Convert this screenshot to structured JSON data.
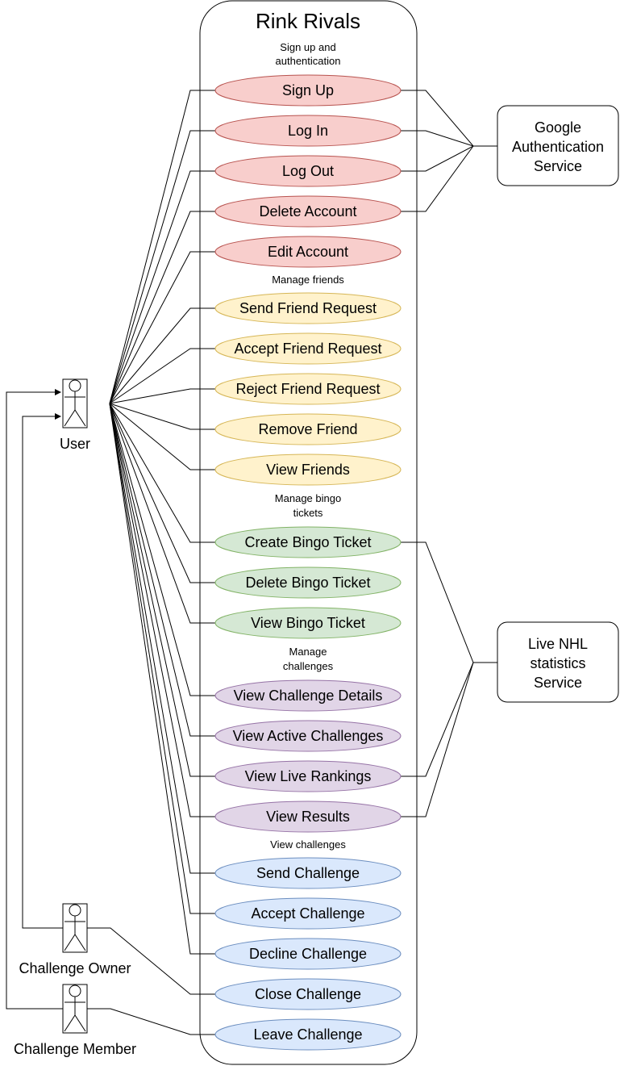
{
  "system": {
    "title": "Rink Rivals"
  },
  "sections": [
    {
      "title_lines": [
        "Sign up and",
        "authentication"
      ]
    },
    {
      "title_lines": [
        "Manage friends"
      ]
    },
    {
      "title_lines": [
        "Manage bingo",
        "tickets"
      ]
    },
    {
      "title_lines": [
        "Manage",
        "challenges"
      ]
    },
    {
      "title_lines": [
        "View challenges"
      ]
    }
  ],
  "colors": {
    "red_fill": "#f8cecc",
    "red_stroke": "#b85450",
    "yellow_fill": "#fff2cc",
    "yellow_stroke": "#d6b656",
    "green_fill": "#d5e8d4",
    "green_stroke": "#82b366",
    "purple_fill": "#e1d5e7",
    "purple_stroke": "#9673a6",
    "blue_fill": "#dae8fc",
    "blue_stroke": "#6c8ebf"
  },
  "use_cases": [
    {
      "label": "Sign Up",
      "color": "red"
    },
    {
      "label": "Log In",
      "color": "red"
    },
    {
      "label": "Log Out",
      "color": "red"
    },
    {
      "label": "Delete Account",
      "color": "red"
    },
    {
      "label": "Edit Account",
      "color": "red"
    },
    {
      "label": "Send Friend Request",
      "color": "yellow"
    },
    {
      "label": "Accept Friend Request",
      "color": "yellow"
    },
    {
      "label": "Reject Friend Request",
      "color": "yellow"
    },
    {
      "label": "Remove Friend",
      "color": "yellow"
    },
    {
      "label": "View Friends",
      "color": "yellow"
    },
    {
      "label": "Create Bingo Ticket",
      "color": "green"
    },
    {
      "label": "Delete Bingo Ticket",
      "color": "green"
    },
    {
      "label": "View Bingo Ticket",
      "color": "green"
    },
    {
      "label": "View Challenge Details",
      "color": "purple"
    },
    {
      "label": "View Active Challenges",
      "color": "purple"
    },
    {
      "label": "View Live Rankings",
      "color": "purple"
    },
    {
      "label": "View Results",
      "color": "purple"
    },
    {
      "label": "Send Challenge",
      "color": "blue"
    },
    {
      "label": "Accept Challenge",
      "color": "blue"
    },
    {
      "label": "Decline Challenge",
      "color": "blue"
    },
    {
      "label": "Close Challenge",
      "color": "blue"
    },
    {
      "label": "Leave Challenge",
      "color": "blue"
    }
  ],
  "actors": [
    {
      "name": "User"
    },
    {
      "name": "Challenge Owner"
    },
    {
      "name": "Challenge Member"
    }
  ],
  "external_services": [
    {
      "label_lines": [
        "Google",
        "Authentication",
        "Service"
      ]
    },
    {
      "label_lines": [
        "Live NHL",
        "statistics",
        "Service"
      ]
    }
  ],
  "associations": {
    "user": [
      0,
      1,
      2,
      3,
      4,
      5,
      6,
      7,
      8,
      9,
      10,
      11,
      12,
      13,
      14,
      15,
      16,
      17,
      18,
      19
    ],
    "challenge_owner": [
      20
    ],
    "challenge_member": [
      21
    ],
    "google_service": [
      0,
      1,
      2,
      3
    ],
    "nhl_service": [
      10,
      15,
      16
    ]
  }
}
